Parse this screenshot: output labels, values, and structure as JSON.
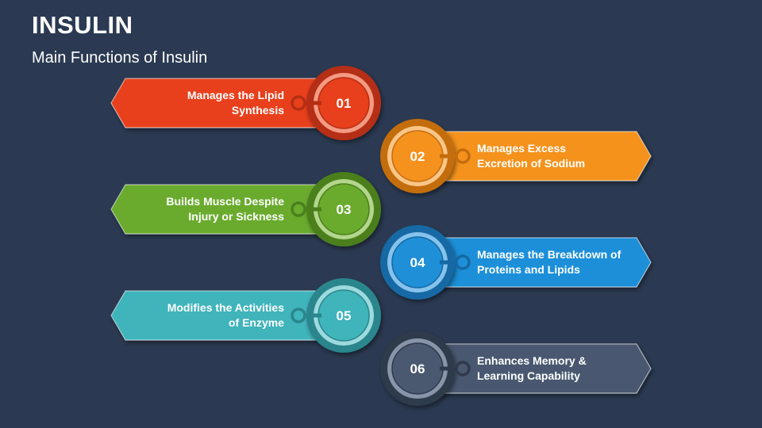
{
  "header": {
    "title": "INSULIN",
    "subtitle": "Main Functions of Insulin"
  },
  "items": [
    {
      "number": "01",
      "line1": "Manages the Lipid",
      "line2": "Synthesis",
      "side": "left",
      "color": "#e8401c",
      "dark": "#b52e12",
      "light": "#f49a82"
    },
    {
      "number": "02",
      "line1": "Manages Excess",
      "line2": "Excretion of Sodium",
      "side": "right",
      "color": "#f5921e",
      "dark": "#c46d0e",
      "light": "#f9c687"
    },
    {
      "number": "03",
      "line1": "Builds Muscle Despite",
      "line2": "Injury or Sickness",
      "side": "left",
      "color": "#6aab2e",
      "dark": "#4b7f1c",
      "light": "#b3d68c"
    },
    {
      "number": "04",
      "line1": "Manages the Breakdown of",
      "line2": "Proteins and Lipids",
      "side": "right",
      "color": "#1f8fd8",
      "dark": "#1469a4",
      "light": "#86c3ec"
    },
    {
      "number": "05",
      "line1": "Modifies the Activities",
      "line2": "of Enzyme",
      "side": "left",
      "color": "#3fb4bb",
      "dark": "#2a868c",
      "light": "#9cdade"
    },
    {
      "number": "06",
      "line1": "Enhances Memory &",
      "line2": "Learning Capability",
      "side": "right",
      "color": "#4a5870",
      "dark": "#2f3a4c",
      "light": "#8794a9"
    }
  ]
}
